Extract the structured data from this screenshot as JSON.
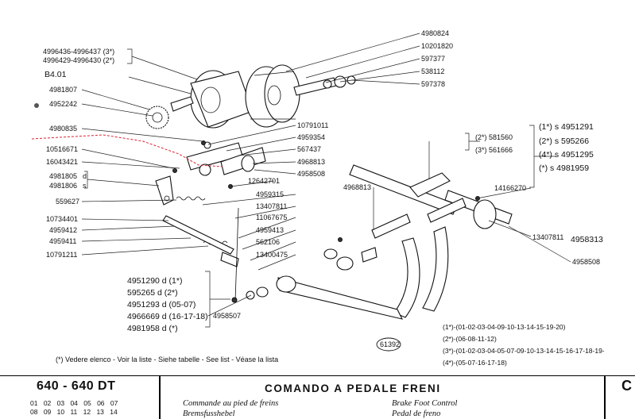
{
  "top_labels": {
    "p4996436": "4996436-4996437 (3*)",
    "p4996429": "4996429-4996430 (2*)",
    "b401": "B4.01",
    "p4981807": "4981807",
    "p4952242": "4952242",
    "p4980835": "4980835",
    "p10516671": "10516671",
    "p16043421": "16043421",
    "p4981805": "4981805",
    "p4981806": "4981806",
    "side_d": "d",
    "side_s": "s",
    "p559627": "559627",
    "p10734401": "10734401",
    "p4959412": "4959412",
    "p4959411": "4959411",
    "p10791211": "10791211"
  },
  "right_top_labels": {
    "p4980824": "4980824",
    "p10201820": "10201820",
    "p597377": "597377",
    "p538112": "538112",
    "p597378": "597378",
    "p10791011": "10791011",
    "p4959354": "4959354",
    "p567437": "567437",
    "p4968813a": "4968813",
    "p4958508a": "4958508",
    "p12642701": "12642701",
    "p4968813b": "4968813",
    "p4959315": "4959315",
    "p13407811a": "13407811",
    "p11067675": "11067675",
    "p4959413": "4959413",
    "p562106": "562106",
    "p13400475": "13400475"
  },
  "variants": {
    "v2": "(2*) 581560",
    "v3": "(3*) 561666",
    "r1": "(1*) s 4951291",
    "r2": "(2*) s 595266",
    "r4": "(4*) s 4951295",
    "rx": "(*) s 4981959",
    "p14166270": "14166270",
    "p13407811b": "13407811",
    "p4958313": "4958313",
    "p4958508b": "4958508"
  },
  "bottom_left": {
    "b1": "4951290 d (1*)",
    "b2": "595265 d (2*)",
    "b3": "4951293 d (05-07)",
    "b4": "4966669 d (16-17-18)",
    "b5": "4981958 d (*)",
    "p4958507": "4958507",
    "see_list": "(*) Vedere elenco - Voir la liste - Siehe tabelle - See list - Véase la lista",
    "fig_no": "61392"
  },
  "notes": {
    "n1": "(1*)-(01-02-03-04-09-10-13-14-15-19-20)",
    "n2": "(2*)-(06-08-11-12)",
    "n3": "(3*)-(01-02-03-04-05-07-09-10-13-14-15-16-17-18-19-",
    "n4": "(4*)-(05-07-16-17-18)"
  },
  "footer": {
    "model": "640 - 640 DT",
    "codes_row1": "01 02 03 04 05 06 07",
    "codes_row2": "08 09 10 11 12 13 14",
    "title": "COMANDO A PEDALE FRENI",
    "fr": "Commande au pied de freins",
    "de": "Bremsfusshebel",
    "en": "Brake Foot Control",
    "es": "Pedal de freno",
    "corner": "C"
  }
}
